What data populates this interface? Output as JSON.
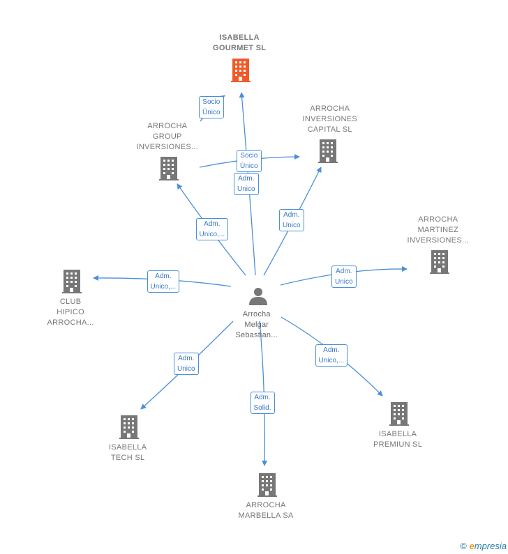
{
  "colors": {
    "edge": "#4a90d9",
    "building": "#777777",
    "highlight": "#f05a28",
    "person": "#777777"
  },
  "center": {
    "name_lines": [
      "Arrocha",
      "Melgar",
      "Sebastian..."
    ],
    "icon": "person-icon"
  },
  "companies": [
    {
      "id": "isabella-gourmet",
      "lines": [
        "ISABELLA",
        "GOURMET  SL"
      ],
      "highlight": true,
      "icon": "building-icon"
    },
    {
      "id": "arrocha-group",
      "lines": [
        "ARROCHA",
        "GROUP",
        "INVERSIONES..."
      ],
      "highlight": false,
      "icon": "building-icon"
    },
    {
      "id": "arrocha-inversiones-capital",
      "lines": [
        "ARROCHA",
        "INVERSIONES",
        "CAPITAL  SL"
      ],
      "highlight": false,
      "icon": "building-icon"
    },
    {
      "id": "arrocha-martinez",
      "lines": [
        "ARROCHA",
        "MARTINEZ",
        "INVERSIONES..."
      ],
      "highlight": false,
      "icon": "building-icon"
    },
    {
      "id": "club-hipico",
      "lines": [
        "CLUB",
        "HIPICO",
        "ARROCHA..."
      ],
      "highlight": false,
      "icon": "building-icon"
    },
    {
      "id": "isabella-tech",
      "lines": [
        "ISABELLA",
        "TECH  SL"
      ],
      "highlight": false,
      "icon": "building-icon"
    },
    {
      "id": "arrocha-marbella",
      "lines": [
        "ARROCHA",
        "MARBELLA SA"
      ],
      "highlight": false,
      "icon": "building-icon"
    },
    {
      "id": "isabella-premiun",
      "lines": [
        "ISABELLA",
        "PREMIUN  SL"
      ],
      "highlight": false,
      "icon": "building-icon"
    }
  ],
  "relations": [
    {
      "id": "rel-gourmet-socio",
      "lines": [
        "Socio",
        "Único"
      ]
    },
    {
      "id": "rel-group-to-capital",
      "lines": [
        "Socio",
        "Único"
      ]
    },
    {
      "id": "rel-center-gourmet",
      "lines": [
        "Adm.",
        "Unico"
      ]
    },
    {
      "id": "rel-center-group",
      "lines": [
        "Adm.",
        "Unico,..."
      ]
    },
    {
      "id": "rel-center-capital",
      "lines": [
        "Adm.",
        "Unico"
      ]
    },
    {
      "id": "rel-center-martinez",
      "lines": [
        "Adm.",
        "Unico"
      ]
    },
    {
      "id": "rel-center-club",
      "lines": [
        "Adm.",
        "Unico,..."
      ]
    },
    {
      "id": "rel-center-tech",
      "lines": [
        "Adm.",
        "Unico"
      ]
    },
    {
      "id": "rel-center-marbella",
      "lines": [
        "Adm.",
        "Solid."
      ]
    },
    {
      "id": "rel-center-premiun",
      "lines": [
        "Adm.",
        "Unico,..."
      ]
    }
  ],
  "footer": {
    "copyright": "©",
    "brand_initial": "e",
    "brand_rest": "mpresia"
  }
}
